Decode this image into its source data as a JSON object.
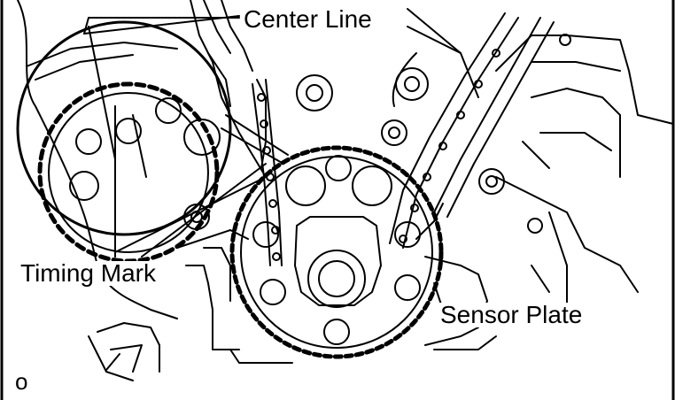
{
  "labels": {
    "center_line": "Center Line",
    "timing_mark": "Timing Mark",
    "sensor_plate": "Sensor Plate",
    "corner_mark": "o"
  },
  "colors": {
    "ink": "#000000",
    "paper": "#ffffff"
  }
}
